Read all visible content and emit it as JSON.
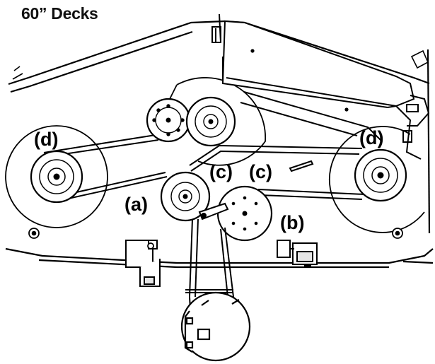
{
  "title": "60” Decks",
  "labels": {
    "a": "(a)",
    "b": "(b)",
    "c1": "(c)",
    "c2": "(c)",
    "d_left": "(d)",
    "d_right": "(d)"
  },
  "colors": {
    "line": "#000000",
    "background": "#ffffff",
    "bracket_fill": "#e6e6e6"
  }
}
